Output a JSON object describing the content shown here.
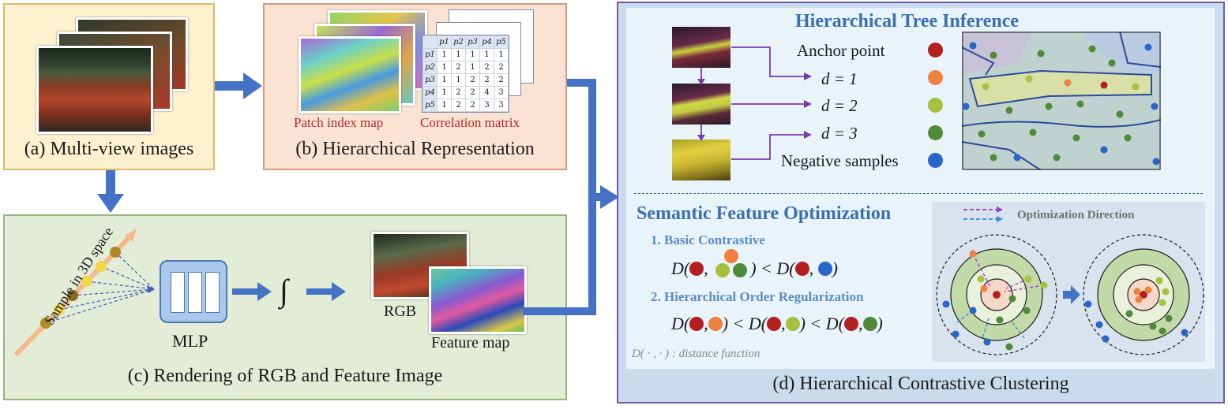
{
  "panel_a": {
    "caption": "(a) Multi-view  images"
  },
  "panel_b": {
    "caption": "(b) Hierarchical Representation",
    "patch_label": "Patch index map",
    "corr_label": "Correlation matrix",
    "matrix_headers": [
      "p1",
      "p2",
      "p3",
      "p4",
      "p5"
    ],
    "matrix_rows": [
      [
        "p1",
        "1",
        "1",
        "1",
        "1",
        "1"
      ],
      [
        "p2",
        "1",
        "2",
        "1",
        "2",
        "2"
      ],
      [
        "p3",
        "1",
        "1",
        "2",
        "2",
        "2"
      ],
      [
        "p4",
        "1",
        "2",
        "2",
        "4",
        "3"
      ],
      [
        "p5",
        "1",
        "2",
        "2",
        "3",
        "3"
      ]
    ]
  },
  "panel_c": {
    "caption": "(c) Rendering of RGB and Feature Image",
    "sample_label": "Sample in 3D space",
    "mlp_label": "MLP",
    "integral": "∫",
    "rgb_label": "RGB",
    "feature_label": "Feature map"
  },
  "panel_d": {
    "caption": "(d) Hierarchical Contrastive Clustering",
    "tree_title": "Hierarchical Tree Inference",
    "legend": [
      {
        "label": "Anchor point",
        "color": "#b32020"
      },
      {
        "label": "d = 1",
        "color": "#ee8040"
      },
      {
        "label": "d = 2",
        "color": "#a8c040"
      },
      {
        "label": "d = 3",
        "color": "#4f8a3a"
      },
      {
        "label": "Negative samples",
        "color": "#2a65c9"
      }
    ],
    "opt_title": "Semantic Feature Optimization",
    "basic_label": "1. Basic Contrastive",
    "order_label": "2. Hierarchical Order Regularization",
    "distance_note": "D( · , · ) : distance function",
    "opt_direction": "Optimization Direction"
  },
  "colors": {
    "panel_a_bg": "#fdf1cf",
    "panel_a_border": "#e0b96a",
    "panel_b_bg": "#fbe3d4",
    "panel_b_border": "#d9997a",
    "panel_c_bg": "#e3ecd6",
    "panel_c_border": "#98b67a",
    "panel_d_border": "#7259a8",
    "panel_d_bg": "#c9dcee",
    "arrow": "#4472c4",
    "title_blue": "#3a6fb0"
  }
}
